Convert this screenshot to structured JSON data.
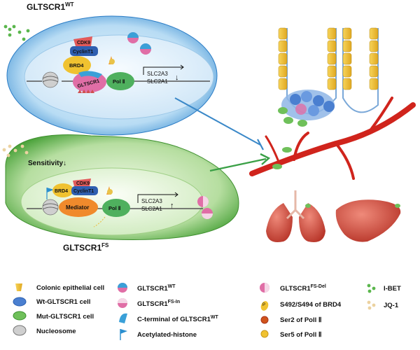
{
  "panels": {
    "wt": {
      "title_main": "GLTSCR1",
      "title_sup": "WT",
      "cdk9": "CDK9",
      "cyclin": "CyclinT1",
      "brd4": "BRD4",
      "gltscr1": "GLTSCR1",
      "polii": "Pol Ⅱ",
      "gene1": "SLC2A3",
      "gene2": "SLC2A1",
      "arrow": "↓"
    },
    "fs": {
      "title_main": "GLTSCR1",
      "title_sup": "FS",
      "sensitivity": "Sensitivity↓",
      "brd4": "BRD4",
      "cdk9": "CDK9",
      "cyclin": "CyclinT1",
      "mediator": "Mediator",
      "polii": "Pol Ⅱ",
      "gene1": "SLC2A3",
      "gene2": "SLC2A1",
      "arrow": "↑"
    }
  },
  "legend": [
    {
      "icon": "colonic-epithelial-cell-icon",
      "label": "Colonic epithelial cell"
    },
    {
      "icon": "wt-cell-icon",
      "label": "Wt-GLTSCR1 cell"
    },
    {
      "icon": "mut-cell-icon",
      "label": "Mut-GLTSCR1 cell"
    },
    {
      "icon": "nucleosome-icon",
      "label": "Nucleosome"
    },
    {
      "icon": "gltscr1-wt-icon",
      "label_main": "GLTSCR1",
      "label_sup": "WT"
    },
    {
      "icon": "gltscr1-fs-in-icon",
      "label_main": "GLTSCR1",
      "label_sup": "FS-In"
    },
    {
      "icon": "c-terminal-icon",
      "label_main": "C-terminal of  GLTSCR1",
      "label_sup": "WT"
    },
    {
      "icon": "acetylated-histone-icon",
      "label": "Acetylated-histone"
    },
    {
      "icon": "gltscr1-fs-del-icon",
      "label_main": "GLTSCR1",
      "label_sup": "FS-Del"
    },
    {
      "icon": "phospho-brd4-icon",
      "label": "S492/S494  of  BRD4"
    },
    {
      "icon": "ser2-icon",
      "label": "Ser2  of   Poll Ⅱ"
    },
    {
      "icon": "ser5-icon",
      "label": "Ser5  of   Poll Ⅱ"
    },
    {
      "icon": "ibet-icon",
      "label": "I-BET"
    },
    {
      "icon": "jq1-icon",
      "label": "JQ-1"
    }
  ],
  "colors": {
    "wt_cell": "#4a98d8",
    "fs_cell": "#5cb04a",
    "vessel": "#d0241c",
    "crypt_cell": "#f2c63a"
  }
}
